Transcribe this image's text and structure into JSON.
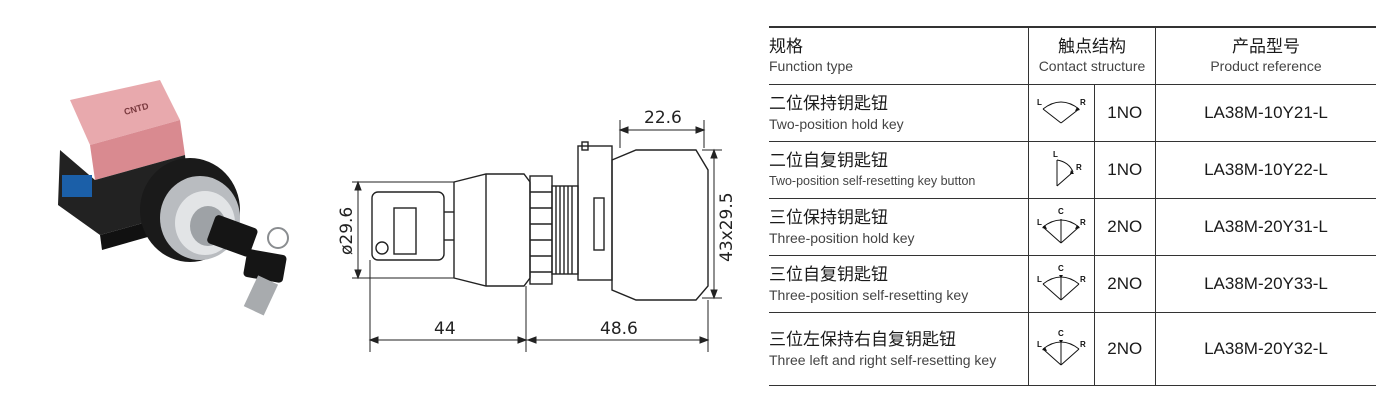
{
  "photo": {
    "brand_mark": "CNTD"
  },
  "drawing": {
    "dim_top": "22.6",
    "dim_left_dia": "ø29.6",
    "dim_right": "43x29.5",
    "dim_bottom_left": "44",
    "dim_bottom_right": "48.6"
  },
  "table": {
    "headers": {
      "function_zh": "规格",
      "function_en": "Function type",
      "contact_zh": "触点结构",
      "contact_en": "Contact structure",
      "product_zh": "产品型号",
      "product_en": "Product reference"
    },
    "rows": [
      {
        "name_zh": "二位保持钥匙钮",
        "name_en": "Two-position hold key",
        "icon": "two-position-hold-icon",
        "contacts": "1NO",
        "reference": "LA38M-10Y21-L"
      },
      {
        "name_zh": "二位自复钥匙钮",
        "name_en": "Two-position self-resetting key button",
        "icon": "two-position-return-icon",
        "contacts": "1NO",
        "reference": "LA38M-10Y22-L"
      },
      {
        "name_zh": "三位保持钥匙钮",
        "name_en": "Three-position hold key",
        "icon": "three-position-hold-icon",
        "contacts": "2NO",
        "reference": "LA38M-20Y31-L"
      },
      {
        "name_zh": "三位自复钥匙钮",
        "name_en": "Three-position self-resetting key",
        "icon": "three-position-return-icon",
        "contacts": "2NO",
        "reference": "LA38M-20Y33-L"
      },
      {
        "name_zh": "三位左保持右自复钥匙钮",
        "name_en": "Three left and right self-resetting key",
        "icon": "three-position-left-hold-right-return-icon",
        "contacts": "2NO",
        "reference": "LA38M-20Y32-L"
      }
    ],
    "icon_labels": {
      "left": "L",
      "center": "C",
      "right": "R"
    }
  }
}
